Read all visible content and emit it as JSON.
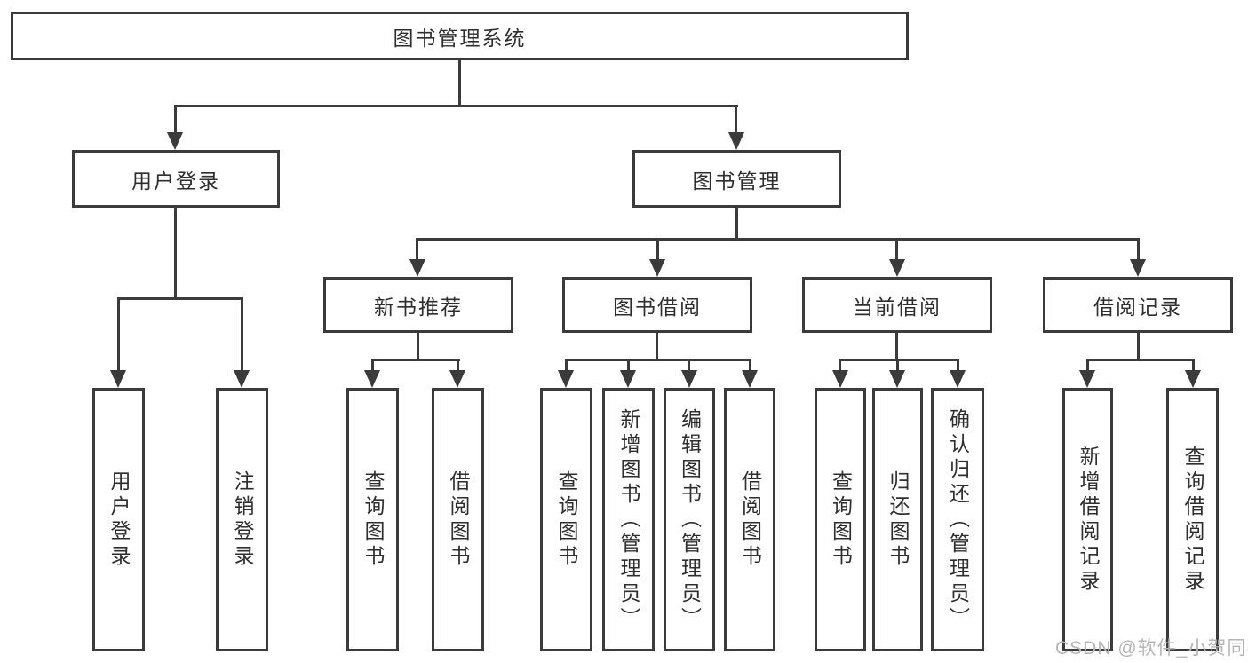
{
  "root": "图书管理系统",
  "level2": {
    "user": "用户登录",
    "book": "图书管理"
  },
  "level3": {
    "recommend": "新书推荐",
    "borrow": "图书借阅",
    "current": "当前借阅",
    "records": "借阅记录"
  },
  "leaves": {
    "user": [
      "用户登录",
      "注销登录"
    ],
    "recommend": [
      "查询图书",
      "借阅图书"
    ],
    "borrow": [
      "查询图书",
      "新增图书（管理员）",
      "编辑图书（管理员）",
      "借阅图书"
    ],
    "current": [
      "查询图书",
      "归还图书",
      "确认归还（管理员）"
    ],
    "records": [
      "新增借阅记录",
      "查询借阅记录"
    ]
  },
  "watermark": "CSDN @软件_小贺同学",
  "colors": {
    "line": "#3b3b3b",
    "text": "#2e2e2e",
    "watermark": "#b5b5b5",
    "background": "#ffffff"
  }
}
